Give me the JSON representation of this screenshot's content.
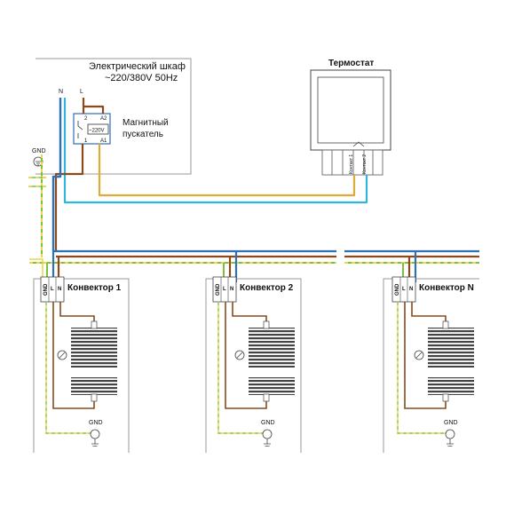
{
  "cabinet": {
    "title_line1": "Электрический шкаф",
    "title_line2": "~220/380V 50Hz",
    "terminal_n": "N",
    "terminal_l": "L"
  },
  "contactor": {
    "label_line1": "Магнитный",
    "label_line2": "пускатель",
    "pin_2": "2",
    "pin_1": "1",
    "pin_a2": "A2",
    "pin_a1": "A1",
    "coil_voltage": "~220V"
  },
  "ground_main": "GND",
  "thermostat": {
    "title": "Термостат",
    "contact_1": "Контакт 1",
    "contact_2": "Контакт 2"
  },
  "convectors": [
    {
      "name": "Конвектор 1",
      "t_gnd": "GND",
      "t_l": "L",
      "t_n": "N",
      "gnd": "GND"
    },
    {
      "name": "Конвектор 2",
      "t_gnd": "GND",
      "t_l": "L",
      "t_n": "N",
      "gnd": "GND"
    },
    {
      "name": "Конвектор N",
      "t_gnd": "GND",
      "t_l": "L",
      "t_n": "N",
      "gnd": "GND"
    }
  ],
  "colors": {
    "neutral_wire": "#2f6fb5",
    "phase_wire": "#8a4a1c",
    "thermostat_signal_wire": "#e0aa3a",
    "control_wire": "#2fb5e0",
    "ground_wire_green": "#7ac142",
    "ground_wire_yellow": "#e8d84a",
    "heater_internal_wire": "#8a4a1c"
  }
}
